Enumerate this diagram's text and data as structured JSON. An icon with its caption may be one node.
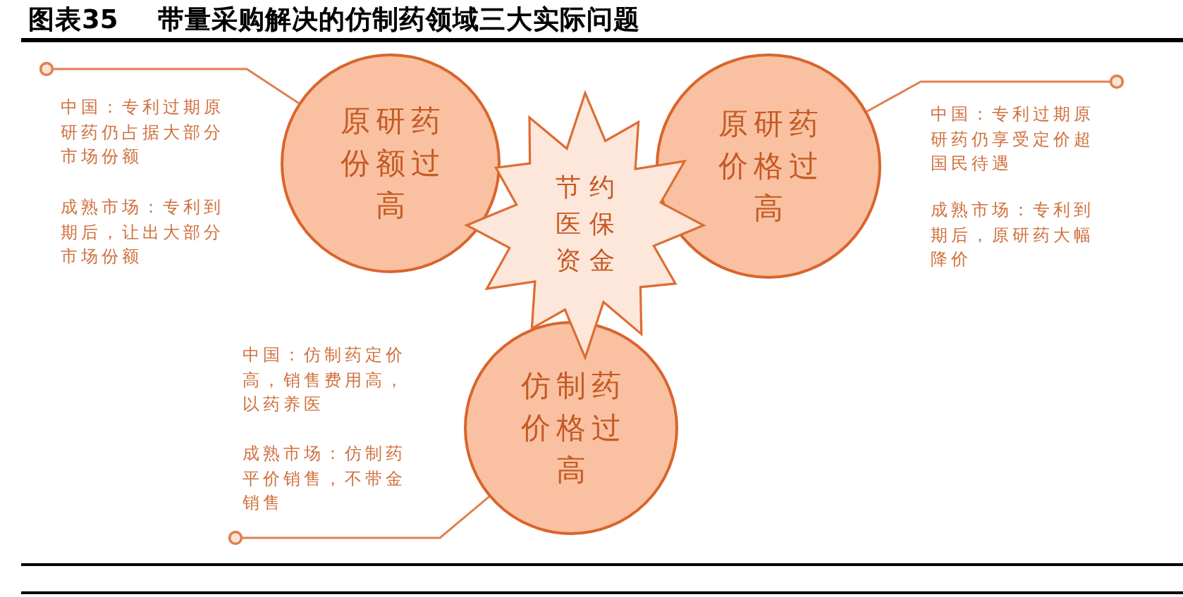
{
  "diagram": {
    "title": "图表35 带量采购解决的仿制药领域三大实际问题",
    "nodes": [
      {
        "text": [
          "原研药份额过高"
        ],
        "beside": [
          "中国：专利过期原研药仍占据大部分市场份额",
          "成熟市场：专利到期后，让出大部分市场份额"
        ]
      },
      {
        "text": [
          "原研药价格过高"
        ],
        "beside": [
          "中国：专利过期原研药仍享受定价超国民待遇",
          "成熟市场：专利到期后，原研药大幅降价"
        ]
      },
      {
        "text": [
          "节约医保资金"
        ]
      },
      {
        "text": [
          "仿制药价格过高"
        ],
        "beside": [
          "中国：仿制药定价高，销售费用高，以药养医",
          "成熟市场：仿制药平价销售，不带金销售"
        ]
      }
    ],
    "edges": [
      {
        "from": null,
        "to": 0,
        "arrow": "other"
      },
      {
        "from": null,
        "to": 1,
        "arrow": "other"
      },
      {
        "from": null,
        "to": 3,
        "arrow": "other"
      }
    ]
  }
}
